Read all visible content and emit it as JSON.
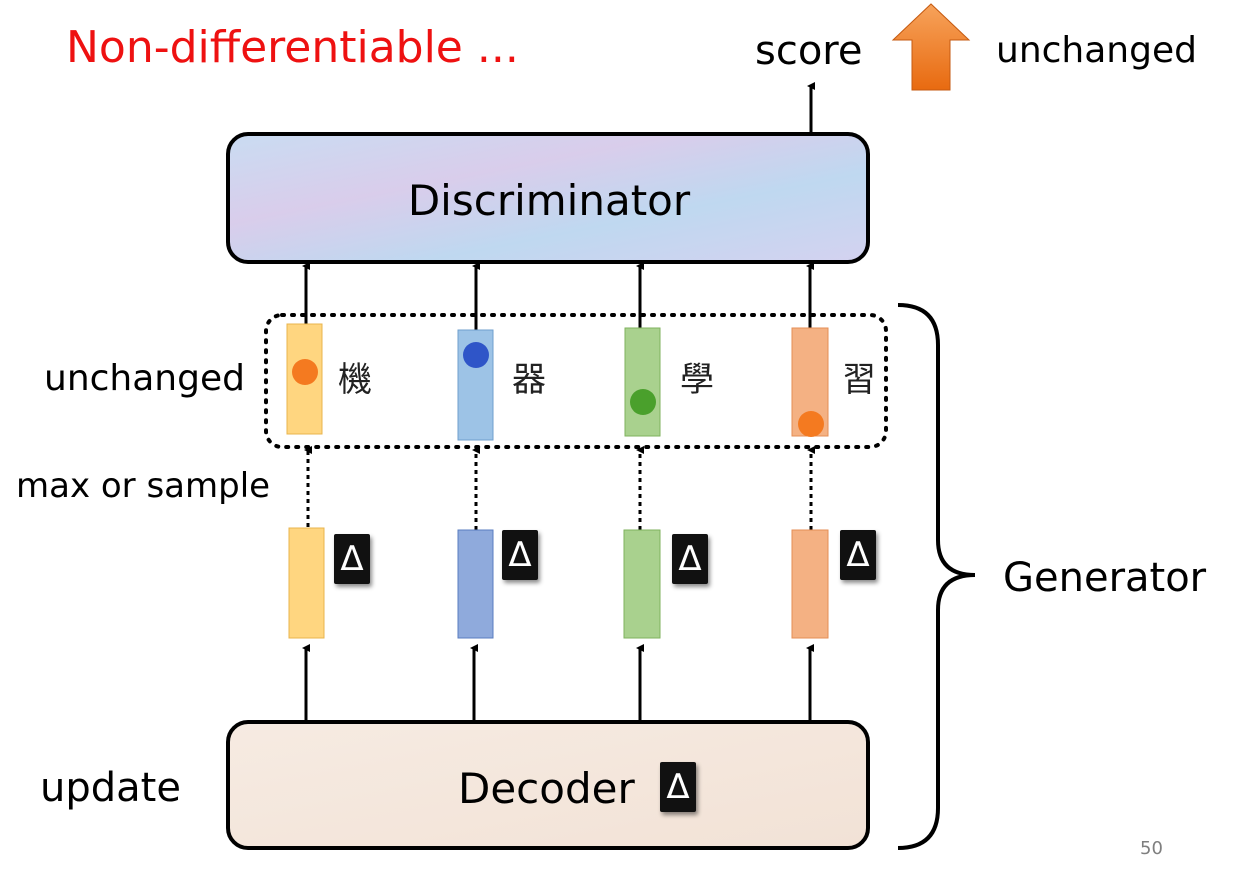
{
  "title": "Non-differentiable ...",
  "score_label": "score",
  "score_status": "unchanged",
  "discriminator_label": "Discriminator",
  "decoder_label": "Decoder",
  "decoder_status": "update",
  "tokens_status": "unchanged",
  "sampling_label": "max or sample",
  "generator_label": "Generator",
  "delta_symbol": "Δ",
  "tokens": [
    "機",
    "器",
    "學",
    "習"
  ],
  "page_number": "50",
  "colors": {
    "title": "#ee1111",
    "arrow_up": "#f47a20",
    "yellow": "#ffd680",
    "blue": "#9dc3e6",
    "blue_dark": "#8faadc",
    "green": "#a9d18e",
    "orange": "#f4b183",
    "dot_orange": "#f47a20",
    "dot_blue": "#2f55c8",
    "dot_green": "#4aa02c"
  }
}
